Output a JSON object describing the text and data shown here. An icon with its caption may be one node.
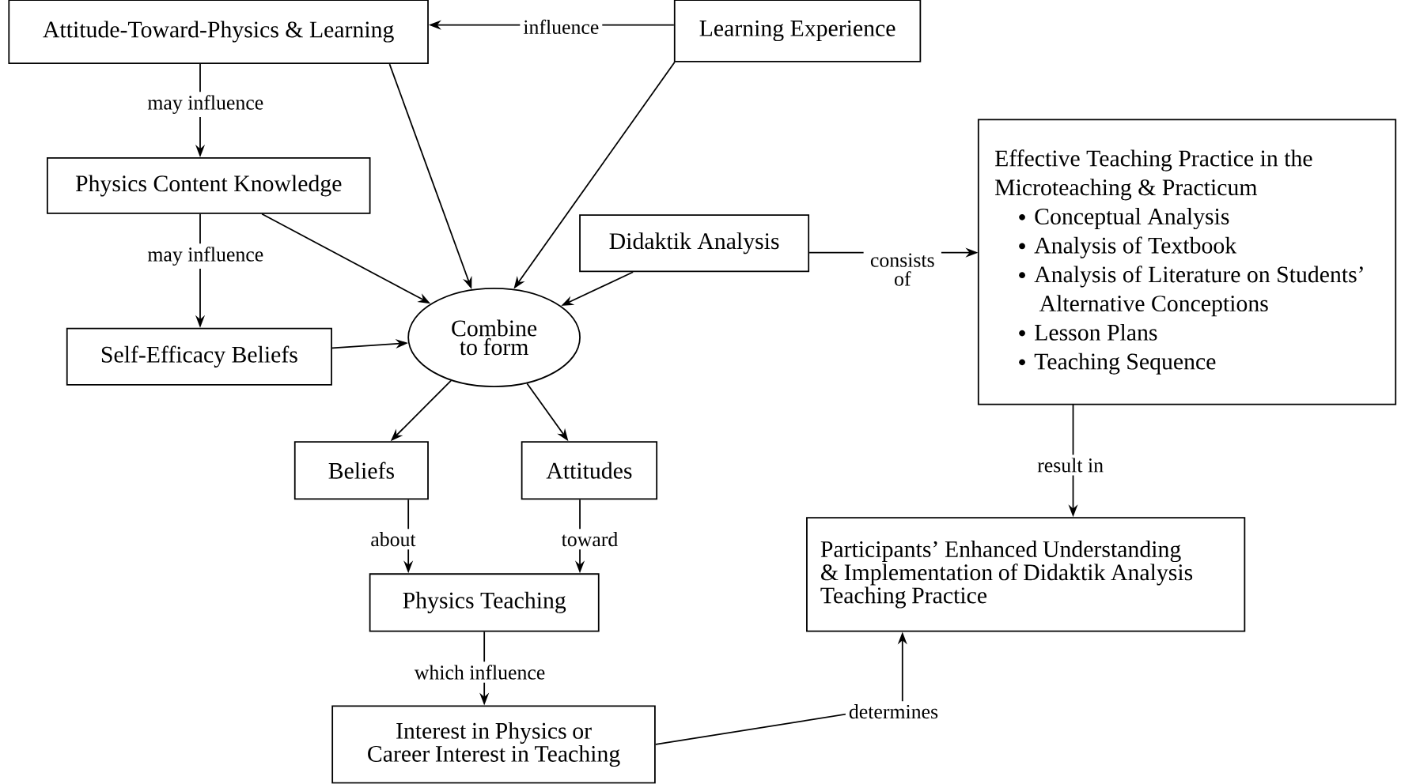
{
  "diagram": {
    "nodes": [
      {
        "text": [
          "Attitude-Toward-Physics & Learning"
        ]
      },
      {
        "text": [
          "Learning Experience"
        ]
      },
      {
        "text": [
          "Physics Content Knowledge"
        ]
      },
      {
        "text": [
          "Didaktik Analysis"
        ]
      },
      {
        "text": [
          "Effective Teaching Practice in the Microteaching & Practicum",
          "Conceptual Analysis",
          "Analysis of Textbook",
          "Analysis of Literature on Students’ Alternative Conceptions",
          "Lesson Plans",
          "Teaching Sequence"
        ]
      },
      {
        "text": [
          "Self-Efficacy Beliefs"
        ]
      },
      {
        "text": [
          "Combine to form"
        ]
      },
      {
        "text": [
          "Beliefs"
        ]
      },
      {
        "text": [
          "Attitudes"
        ]
      },
      {
        "text": [
          "Physics Teaching"
        ]
      },
      {
        "text": [
          "Participants’ Enhanced Understanding & Implementation of Didaktik Analysis Teaching Practice"
        ]
      },
      {
        "text": [
          "Interest in Physics or Career Interest in Teaching"
        ]
      }
    ],
    "edges": [
      {
        "from": 1,
        "to": 0,
        "arrow": "to",
        "label": "influence"
      },
      {
        "from": 0,
        "to": 2,
        "arrow": "to",
        "label": "may influence"
      },
      {
        "from": 2,
        "to": 5,
        "arrow": "to",
        "label": "may influence"
      },
      {
        "from": 0,
        "to": 6,
        "arrow": "to"
      },
      {
        "from": 1,
        "to": 6,
        "arrow": "to"
      },
      {
        "from": 2,
        "to": 6,
        "arrow": "to"
      },
      {
        "from": 5,
        "to": 6,
        "arrow": "to"
      },
      {
        "from": 3,
        "to": 6,
        "arrow": "to"
      },
      {
        "from": 3,
        "to": 4,
        "arrow": "to",
        "label": "consists of"
      },
      {
        "from": 6,
        "to": 7,
        "arrow": "to"
      },
      {
        "from": 6,
        "to": 8,
        "arrow": "to"
      },
      {
        "from": 7,
        "to": 9,
        "arrow": "to",
        "label": "about"
      },
      {
        "from": 8,
        "to": 9,
        "arrow": "to",
        "label": "toward"
      },
      {
        "from": 4,
        "to": 10,
        "arrow": "to",
        "label": "result in"
      },
      {
        "from": 9,
        "to": 11,
        "arrow": "to",
        "label": "which influence"
      },
      {
        "from": 11,
        "to": 10,
        "arrow": "to",
        "label": "determines"
      }
    ]
  }
}
